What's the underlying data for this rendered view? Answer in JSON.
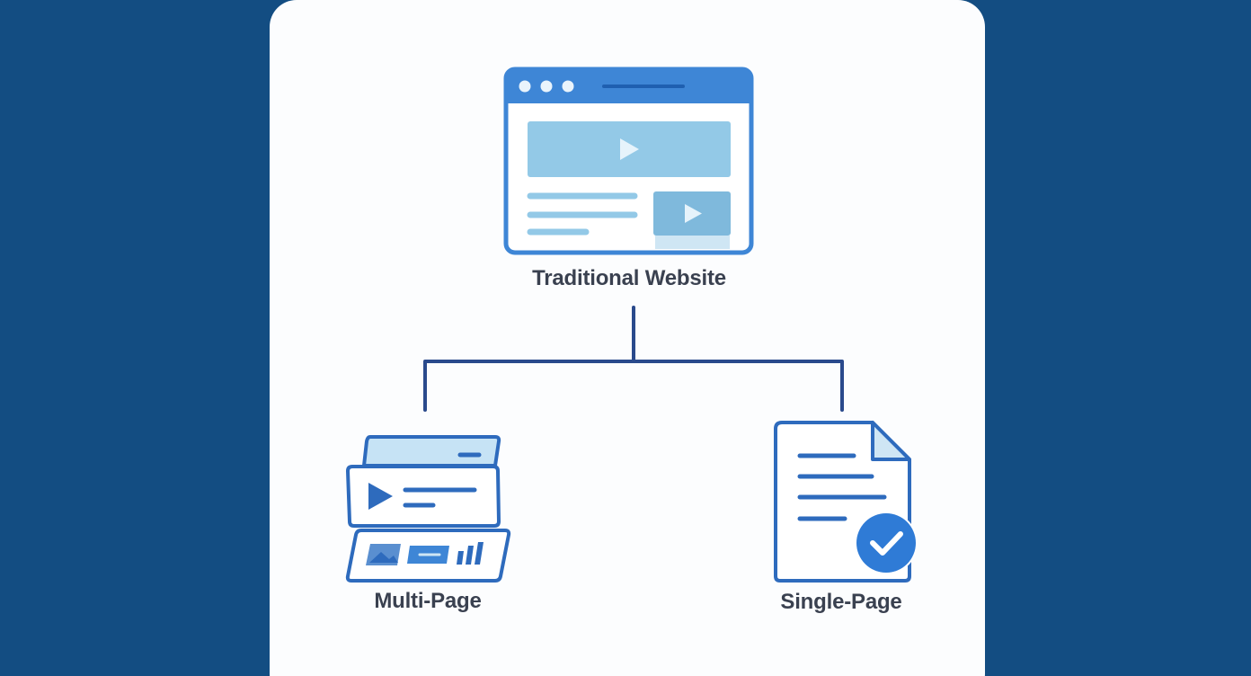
{
  "diagram": {
    "root": {
      "label": "Traditional Website",
      "icon": "browser-window-icon"
    },
    "children": [
      {
        "label": "Multi-Page",
        "icon": "stacked-pages-icon"
      },
      {
        "label": "Single-Page",
        "icon": "document-check-icon"
      }
    ]
  },
  "colors": {
    "background": "#134d82",
    "card": "#fcfdfe",
    "accent_blue": "#3e86d6",
    "outline_blue": "#2e6bbd",
    "light_blue": "#93c9e7",
    "connector": "#2a4a8c",
    "label_text": "#3a4150"
  }
}
